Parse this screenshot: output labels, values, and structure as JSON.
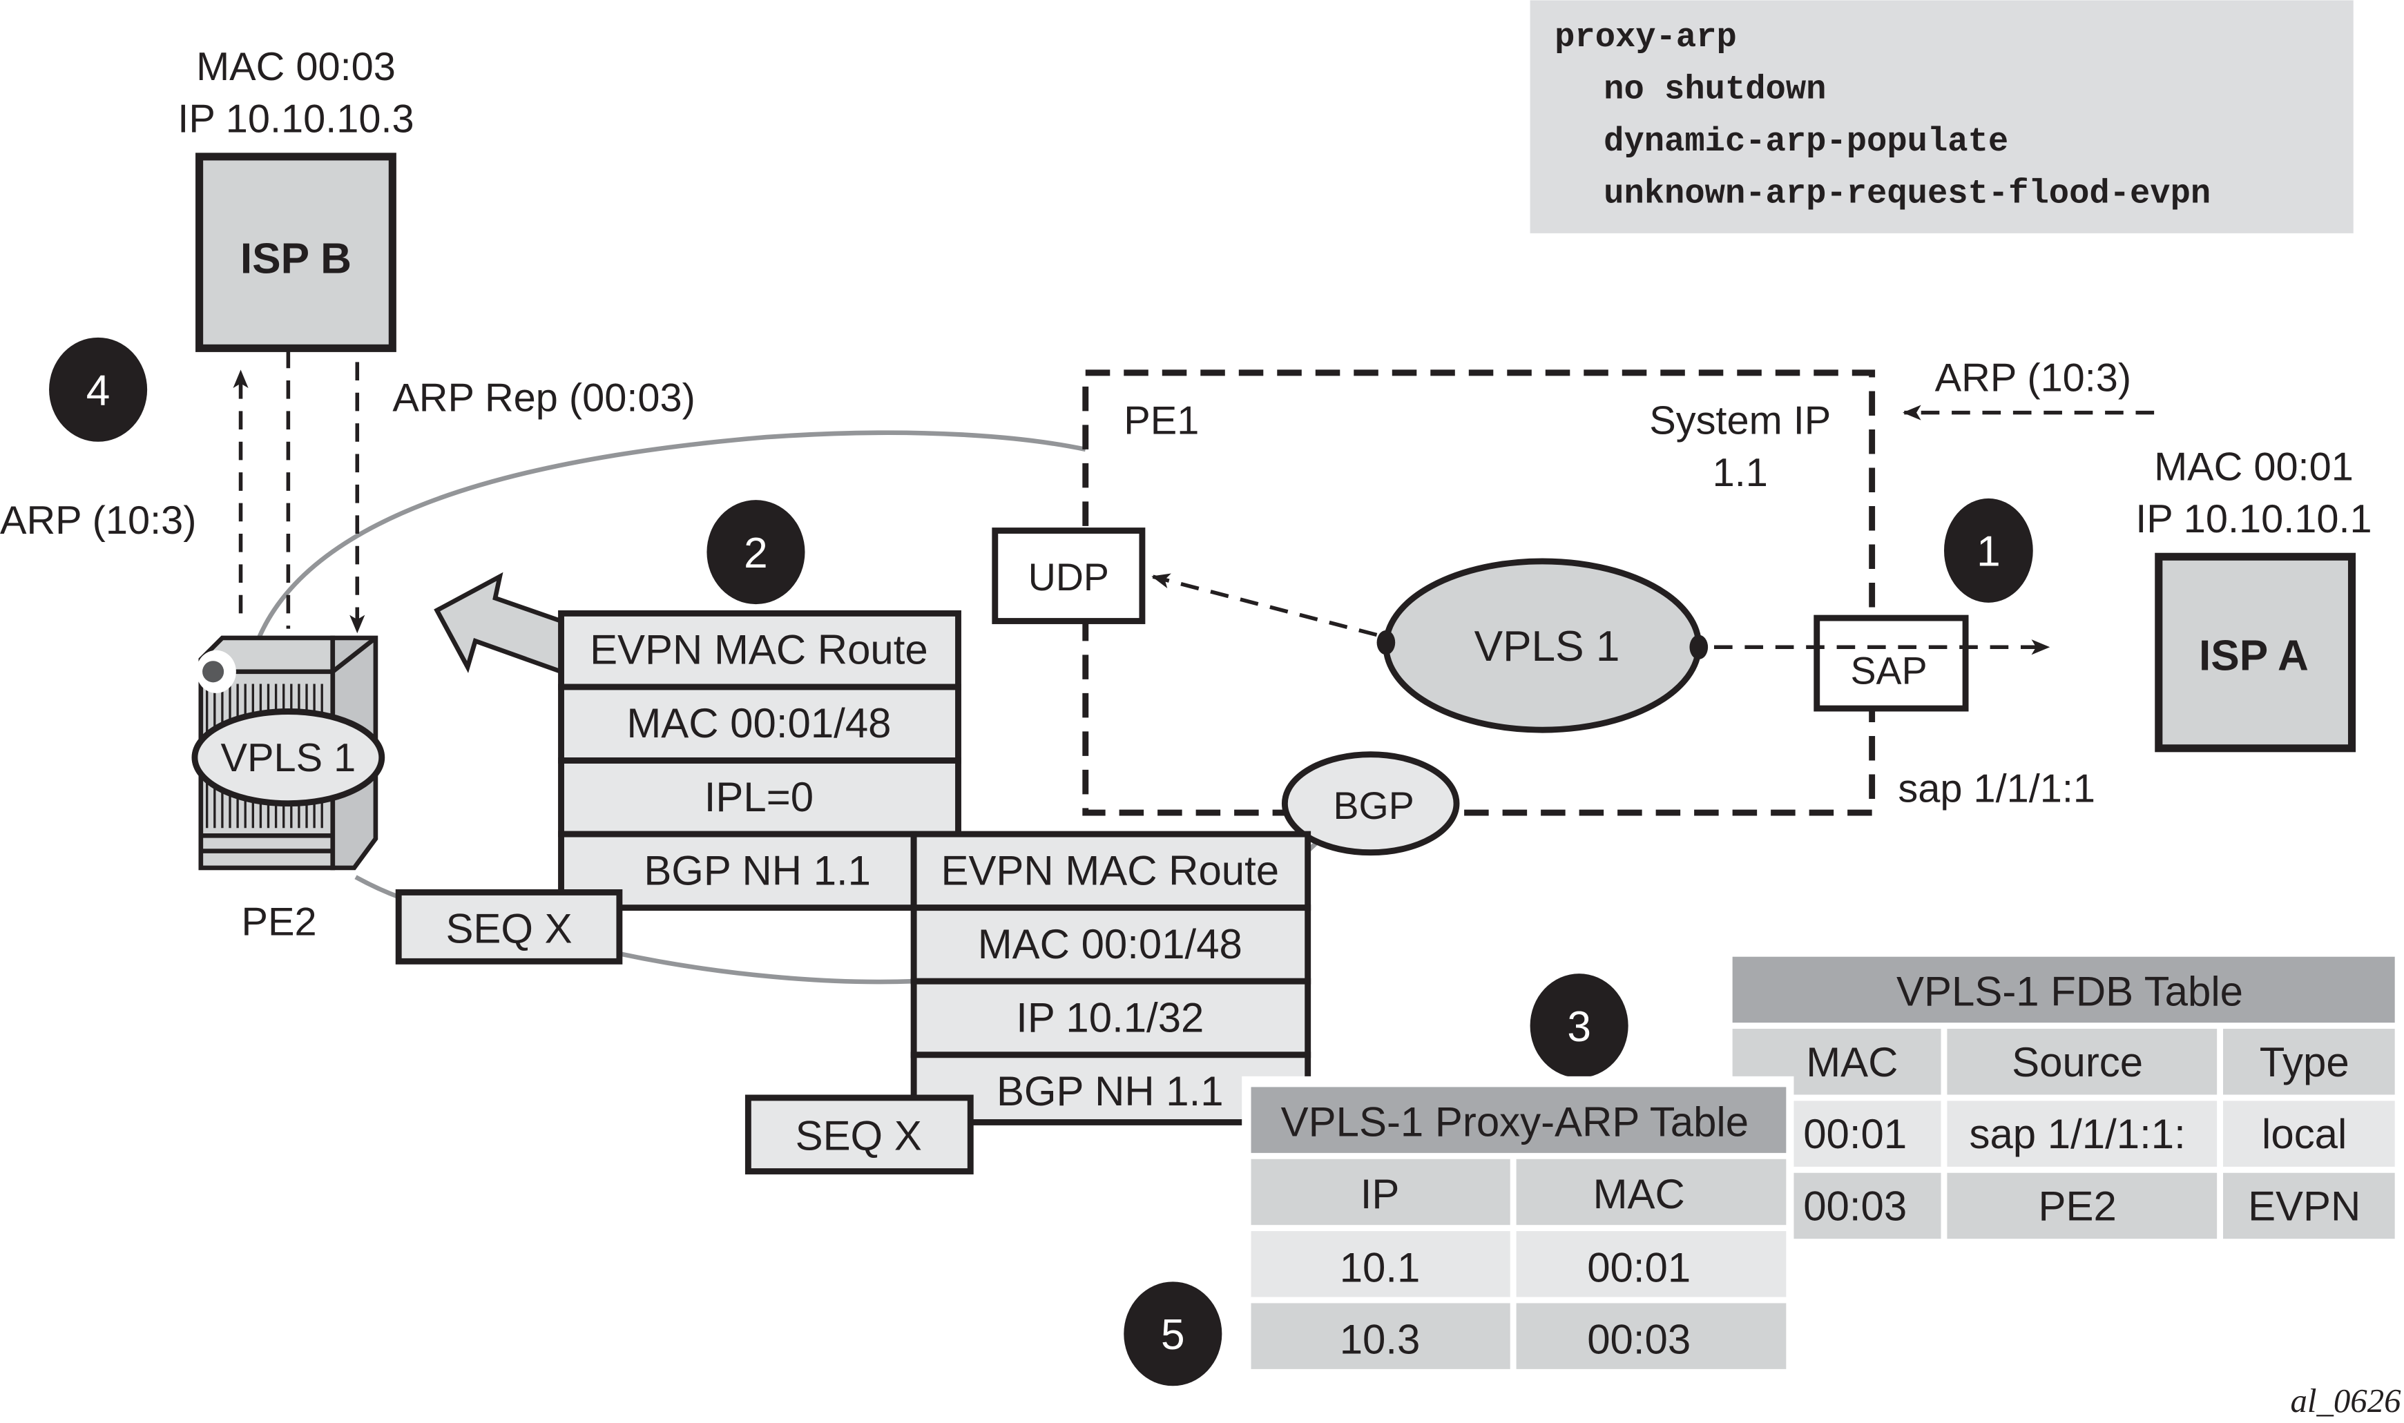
{
  "config_box": {
    "lines": [
      "proxy-arp",
      "no shutdown",
      "dynamic-arp-populate",
      "unknown-arp-request-flood-evpn"
    ]
  },
  "isp_b": {
    "label": "ISP B",
    "mac": "MAC 00:03",
    "ip": "IP 10.10.10.3"
  },
  "isp_a": {
    "label": "ISP A",
    "mac": "MAC 00:01",
    "ip": "IP 10.10.10.1"
  },
  "pe1": {
    "label": "PE1",
    "system_ip_label": "System IP",
    "system_ip": "1.1",
    "vpls": "VPLS 1",
    "udp": "UDP",
    "sap": "SAP",
    "sap_id": "sap 1/1/1:1",
    "bgp": "BGP"
  },
  "pe2": {
    "label": "PE2",
    "vpls": "VPLS 1"
  },
  "arrows": {
    "arp_request_left": "ARP (10:3)",
    "arp_reply": "ARP Rep (00:03)",
    "arp_request_right": "ARP (10:3)"
  },
  "steps": [
    "1",
    "2",
    "3",
    "4",
    "5"
  ],
  "route_1": {
    "rows": [
      "EVPN MAC Route",
      "MAC 00:01/48",
      "IPL=0",
      "BGP NH 1.1"
    ],
    "seq": "SEQ X"
  },
  "route_2": {
    "rows": [
      "EVPN MAC Route",
      "MAC 00:01/48",
      "IP 10.1/32",
      "BGP NH 1.1"
    ],
    "seq": "SEQ X"
  },
  "proxy_arp_table": {
    "title": "VPLS-1 Proxy-ARP Table",
    "headers": [
      "IP",
      "MAC"
    ],
    "rows": [
      [
        "10.1",
        "00:01"
      ],
      [
        "10.3",
        "00:03"
      ]
    ]
  },
  "fdb_table": {
    "title": "VPLS-1 FDB Table",
    "headers": [
      "MAC",
      "Source",
      "Type"
    ],
    "rows": [
      [
        "00:01",
        "sap 1/1/1:1:",
        "local"
      ],
      [
        "00:03",
        "PE2",
        "EVPN"
      ]
    ]
  },
  "figure_id": "al_0626",
  "colors": {
    "ink": "#231f20",
    "box_gray": "#d1d3d4",
    "light_gray": "#e6e7e8",
    "header_gray": "#a7a9ac",
    "link_gray": "#939598"
  }
}
